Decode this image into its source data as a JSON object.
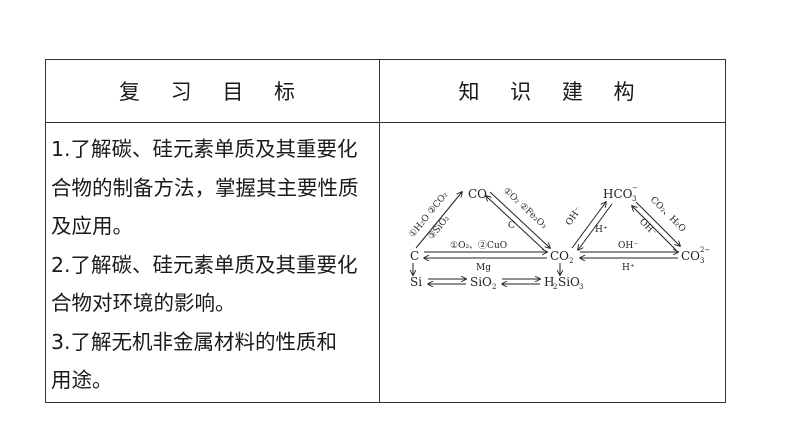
{
  "headers": {
    "goals": "复 习 目 标",
    "structure": "知 识 建 构"
  },
  "goals": [
    "1.了解碳、硅元素单质及其重要化合物的制备方法，掌握其主要性质及应用。",
    "2.了解碳、硅元素单质及其重要化合物对环境的影响。",
    "3.了解无机非金属材料的性质和用途。"
  ],
  "goal_lines": [
    "1.了解碳、硅元素单质及其重要化",
    "合物的制备方法，掌握其主要性质",
    "及应用。",
    "2.了解碳、硅元素单质及其重要化",
    "合物对环境的影响。",
    "3.了解无机非金属材料的性质和",
    "用途。"
  ],
  "diagram": {
    "nodes": {
      "c": "C",
      "co": "CO",
      "co2": "CO",
      "co2_sub": "2",
      "hco3": "HCO",
      "hco3_sub": "3",
      "hco3_sup": "−",
      "co3": "CO",
      "co3_sub": "3",
      "co3_sup": "2−",
      "si": "Si",
      "sio2": "SiO",
      "sio2_sub": "2",
      "h2sio3": "H",
      "h2sio3_mid": "SiO",
      "h2sio3_sub1": "2",
      "h2sio3_sub2": "3"
    },
    "labels": {
      "c_to_co": "①H₂O ②CO₂",
      "c_to_co_3": "③SiO₂",
      "co_to_co2": "①O₂ ②Fe₂O₃",
      "co2_to_co": "C",
      "c_to_co2": "①O₂、②CuO",
      "co2_to_c": "Mg",
      "co2_to_hco3": "OH⁻",
      "hco3_to_co2": "H⁺",
      "hco3_to_co3": "CO₂、H₂O",
      "co3_to_hco3": "OH⁻",
      "co2_to_co3": "OH⁻",
      "co3_to_co2": "H⁺"
    }
  }
}
